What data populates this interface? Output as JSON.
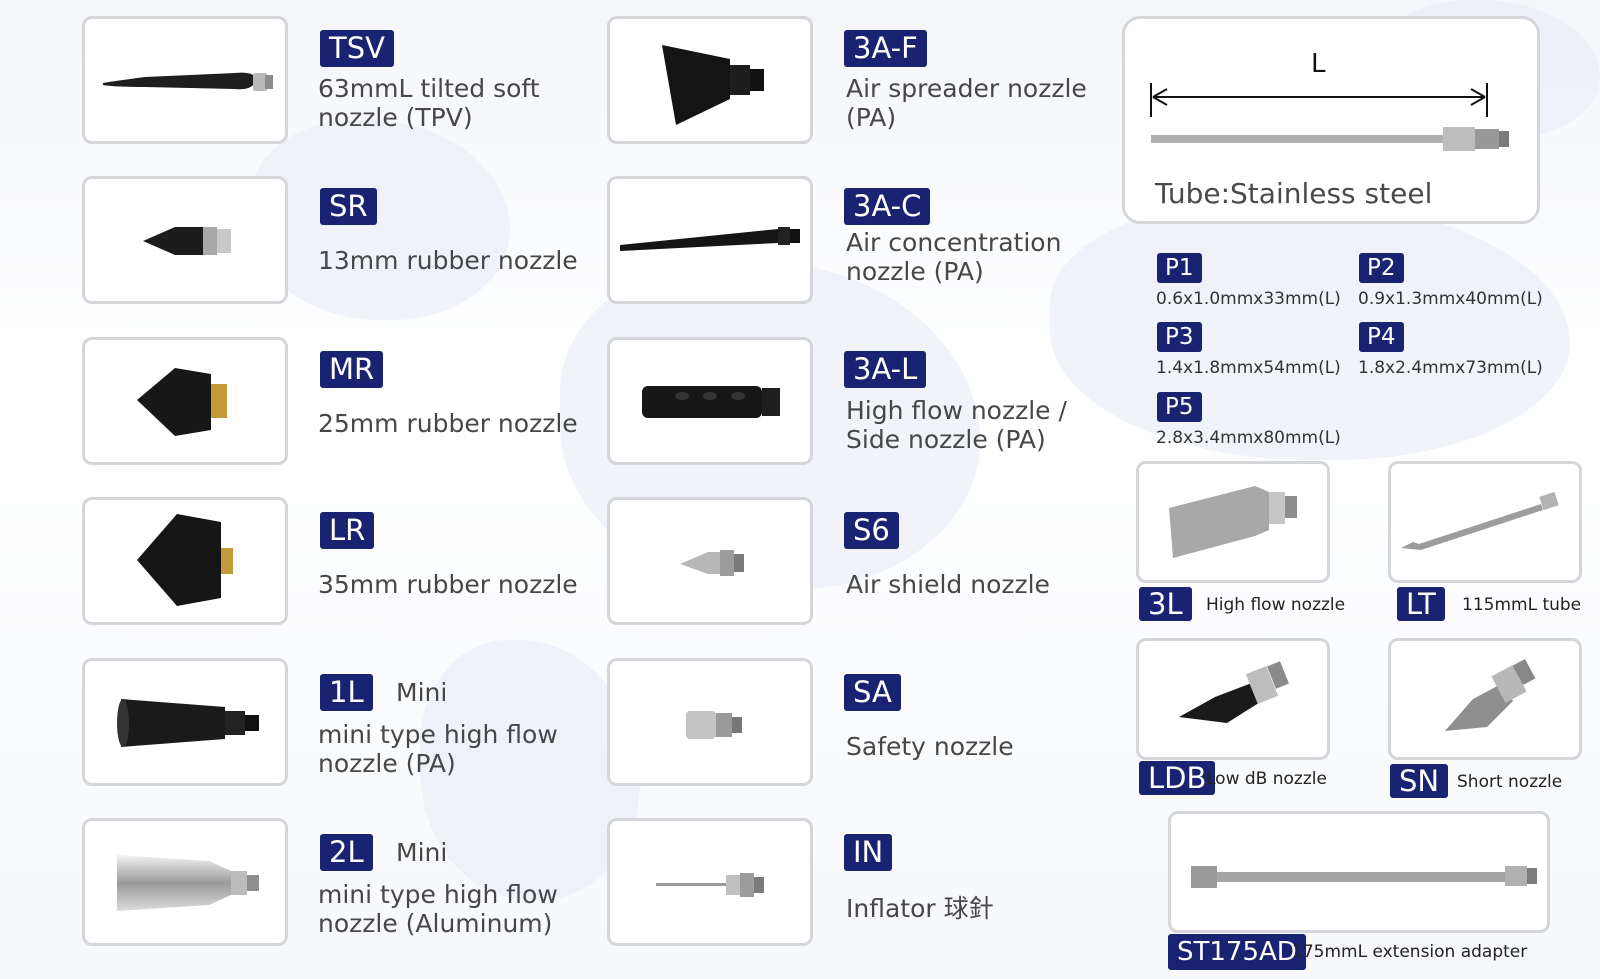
{
  "left_column": [
    {
      "code": "TSV",
      "desc": "63mmL tilted soft\nnozzle (TPV)",
      "icon": "tilted-soft-nozzle-icon"
    },
    {
      "code": "SR",
      "desc": "13mm rubber nozzle",
      "icon": "rubber-nozzle-small-icon"
    },
    {
      "code": "MR",
      "desc": "25mm rubber nozzle",
      "icon": "rubber-nozzle-medium-icon"
    },
    {
      "code": "LR",
      "desc": "35mm rubber nozzle",
      "icon": "rubber-nozzle-large-icon"
    },
    {
      "code": "1L",
      "suffix": "Mini",
      "desc": "mini type high flow\nnozzle (PA)",
      "icon": "mini-high-flow-nozzle-icon"
    },
    {
      "code": "2L",
      "suffix": "Mini",
      "desc": "mini type high flow\nnozzle (Aluminum)",
      "icon": "aluminum-high-flow-nozzle-icon"
    }
  ],
  "middle_column": [
    {
      "code": "3A-F",
      "desc": "Air spreader nozzle\n(PA)",
      "icon": "air-spreader-nozzle-icon"
    },
    {
      "code": "3A-C",
      "desc": "Air concentration\nnozzle (PA)",
      "icon": "air-concentration-nozzle-icon"
    },
    {
      "code": "3A-L",
      "desc": "High flow nozzle /\nSide nozzle (PA)",
      "icon": "side-nozzle-icon"
    },
    {
      "code": "S6",
      "desc": "Air shield nozzle",
      "icon": "air-shield-nozzle-icon"
    },
    {
      "code": "SA",
      "desc": "Safety nozzle",
      "icon": "safety-nozzle-icon"
    },
    {
      "code": "IN",
      "desc": "Inflator 球針",
      "icon": "inflator-needle-icon"
    }
  ],
  "tube": {
    "dimension_label": "L",
    "material": "Tube:Stainless steel",
    "icon": "stainless-tube-icon"
  },
  "tube_specs": [
    {
      "code": "P1",
      "spec": "0.6x1.0mmx33mm(L)"
    },
    {
      "code": "P2",
      "spec": "0.9x1.3mmx40mm(L)"
    },
    {
      "code": "P3",
      "spec": "1.4x1.8mmx54mm(L)"
    },
    {
      "code": "P4",
      "spec": "1.8x2.4mmx73mm(L)"
    },
    {
      "code": "P5",
      "spec": "2.8x3.4mmx80mm(L)"
    }
  ],
  "small_items": [
    {
      "code": "3L",
      "label": "High flow nozzle",
      "icon": "metal-high-flow-nozzle-icon"
    },
    {
      "code": "LT",
      "label": "115mmL tube",
      "icon": "long-tube-icon"
    },
    {
      "code": "LDB",
      "label": "Low dB nozzle",
      "icon": "low-db-nozzle-icon"
    },
    {
      "code": "SN",
      "label": "Short nozzle",
      "icon": "short-nozzle-icon"
    }
  ],
  "extension": {
    "code": "ST175AD",
    "label": "175mmL extension adapter",
    "icon": "extension-adapter-icon"
  },
  "colors": {
    "badge": "#1a2372",
    "card_border": "#d4d6da",
    "text": "#474747"
  }
}
